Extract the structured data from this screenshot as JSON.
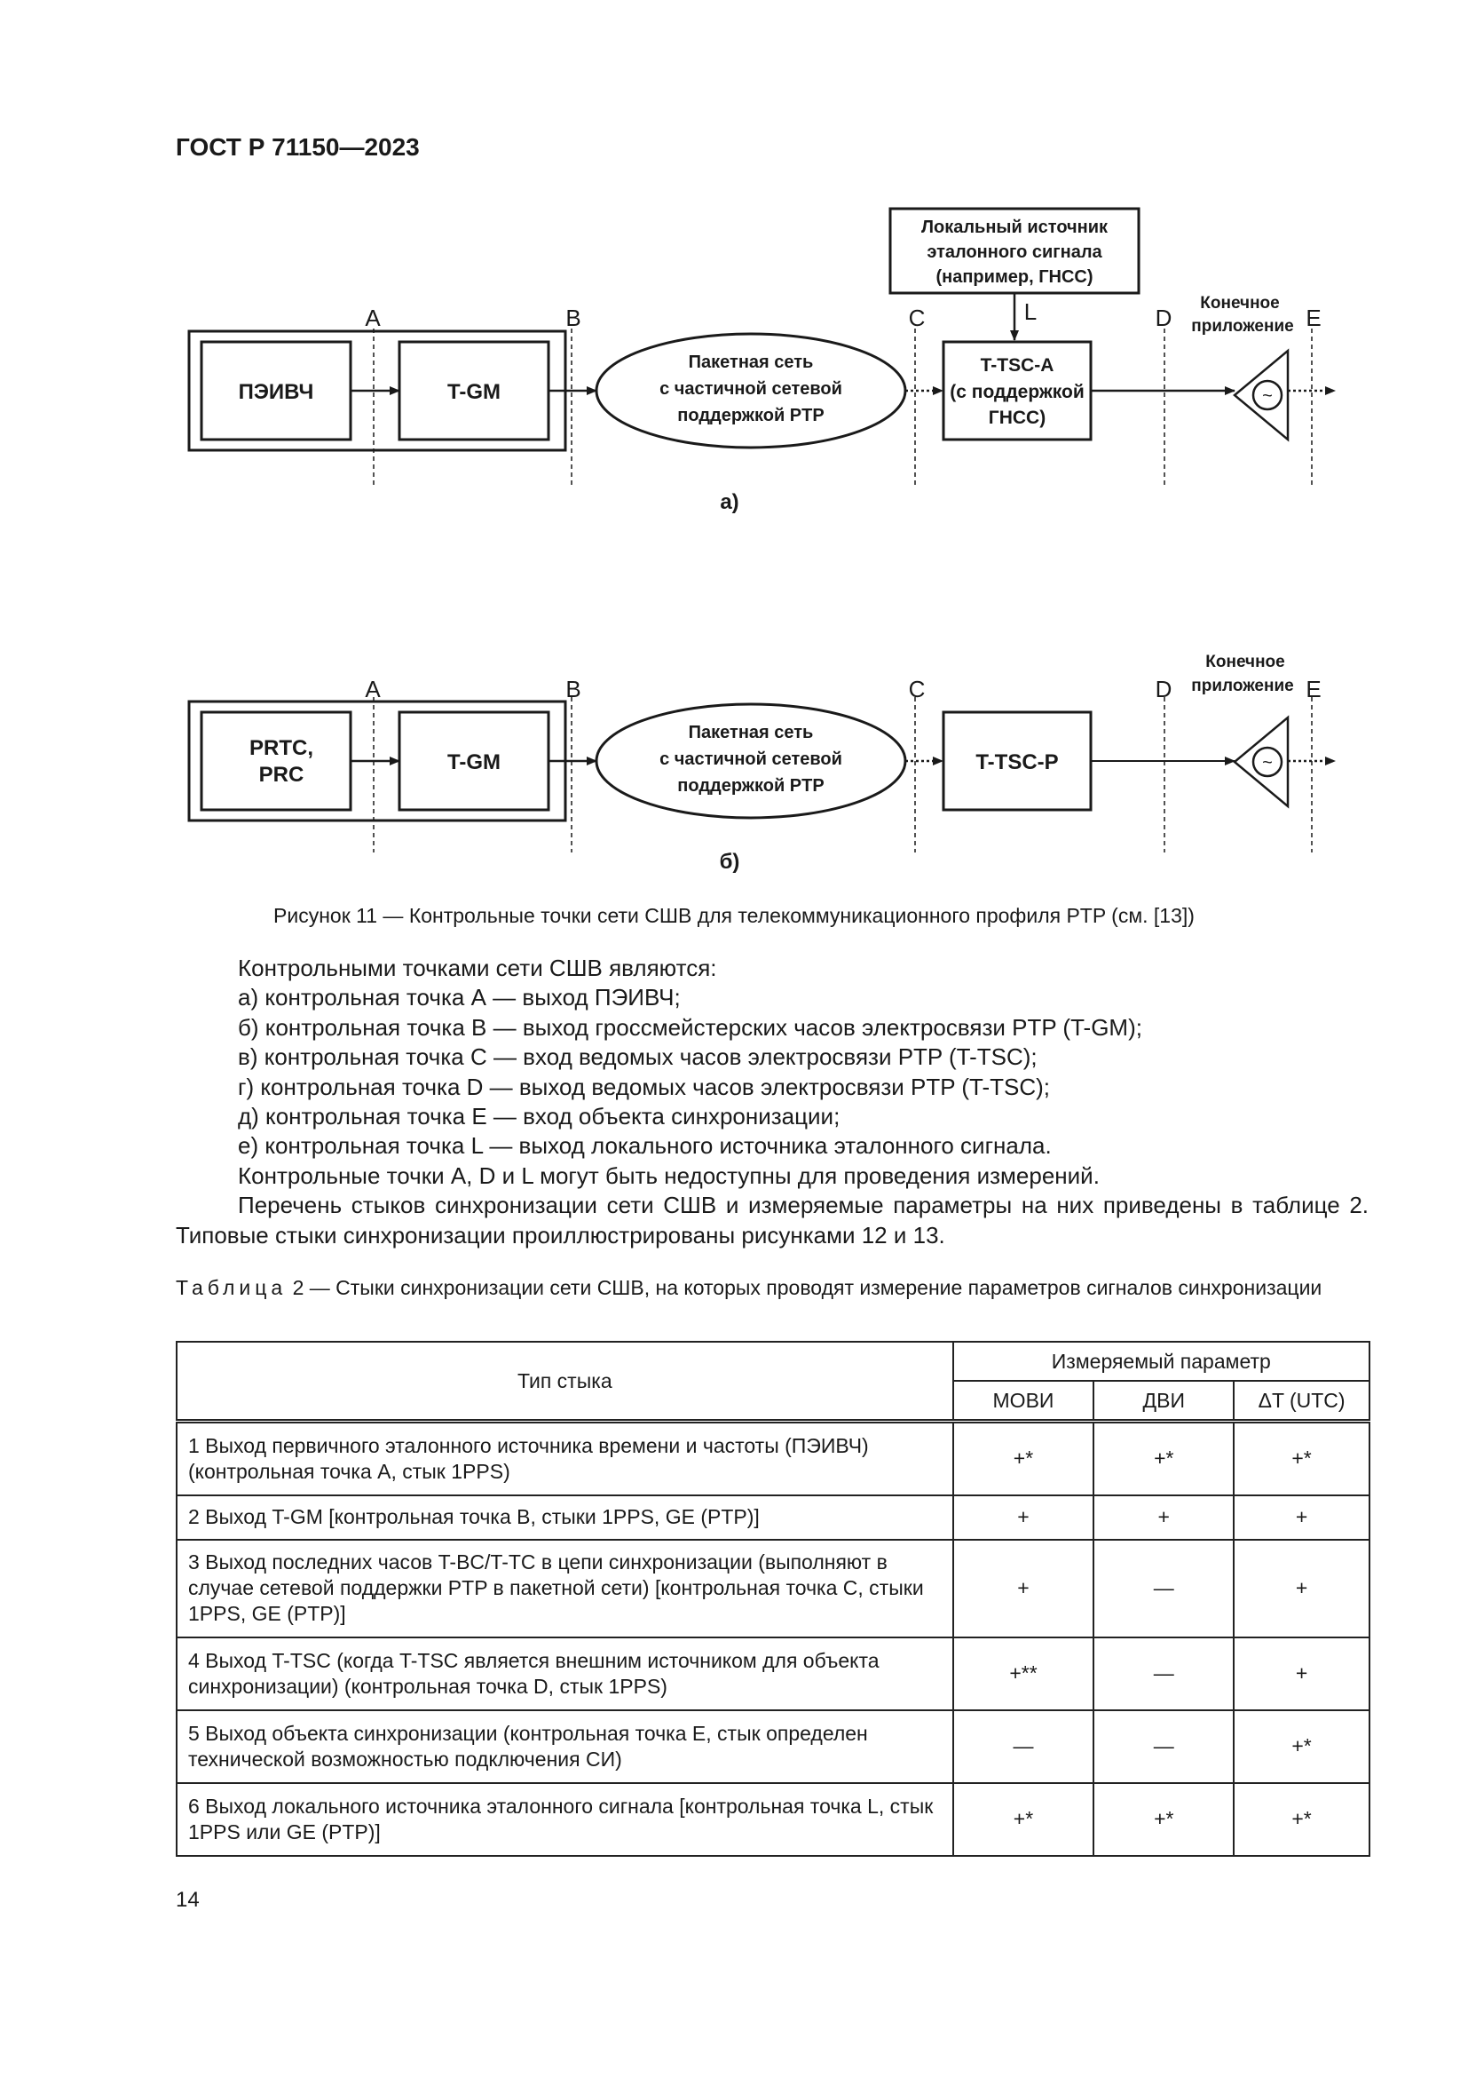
{
  "header": {
    "doc_title": "ГОСТ Р 71150—2023"
  },
  "figure_a": {
    "points": {
      "a": "A",
      "b": "B",
      "c": "C",
      "d": "D",
      "e": "E",
      "l": "L"
    },
    "source_box": "ПЭИВЧ",
    "tgm_box": "T-GM",
    "network_lines": [
      "Пакетная сеть",
      "с частичной сетевой",
      "поддержкой PTP"
    ],
    "tsc_lines": [
      "T-TSC-A",
      "(с поддержкой",
      "ГНСС)"
    ],
    "local_source_lines": [
      "Локальный источник",
      "эталонного сигнала",
      "(например, ГНСС)"
    ],
    "end_app_lines": [
      "Конечное",
      "приложение"
    ],
    "sub_label": "а)"
  },
  "figure_b": {
    "points": {
      "a": "A",
      "b": "B",
      "c": "C",
      "d": "D",
      "e": "E"
    },
    "source_lines": [
      "PRTC,",
      "PRC"
    ],
    "tgm_box": "T-GM",
    "network_lines": [
      "Пакетная сеть",
      "с частичной сетевой",
      "поддержкой PTP"
    ],
    "tsc_box": "T-TSC-P",
    "end_app_lines": [
      "Конечное",
      "приложение"
    ],
    "sub_label": "б)"
  },
  "figure_caption": "Рисунок 11 — Контрольные точки сети СШВ для телекоммуникационного профиля PTP (см. [13])",
  "body": {
    "intro": "Контрольными точками сети СШВ являются:",
    "items": [
      "а) контрольная точка А — выход ПЭИВЧ;",
      "б) контрольная точка В — выход гроссмейстерских часов электросвязи PTP (T-GM);",
      "в) контрольная точка С — вход ведомых часов электросвязи PTP (T-TSC);",
      "г) контрольная точка D — выход ведомых часов электросвязи PTP (T-TSC);",
      "д) контрольная точка Е — вход объекта синхронизации;",
      "е) контрольная точка L — выход локального источника эталонного сигнала."
    ],
    "note": "Контрольные точки А, D и L могут быть недоступны для проведения измерений.",
    "paragraph": "Перечень стыков синхронизации сети СШВ и измеряемые параметры на них приведены в таблице 2. Типовые стыки синхронизации проиллюстрированы рисунками 12 и 13."
  },
  "table": {
    "title_prefix": "Таблица",
    "title_rest": " 2 — Стыки синхронизации сети СШВ, на которых проводят измерение параметров сигналов синхронизации",
    "col_type": "Тип стыка",
    "col_group": "Измеряемый параметр",
    "cols": [
      "МОВИ",
      "ДВИ",
      "ΔT (UTC)"
    ],
    "rows": [
      {
        "type": "1 Выход первичного эталонного источника времени и частоты (ПЭИВЧ) (контрольная точка А, стык 1PPS)",
        "v": [
          "+*",
          "+*",
          "+*"
        ]
      },
      {
        "type": "2 Выход T-GM [контрольная точка В, стыки 1PPS, GE (PTP)]",
        "v": [
          "+",
          "+",
          "+"
        ]
      },
      {
        "type": "3 Выход последних часов T-BC/T-TC в цепи синхронизации (выполняют в случае сетевой поддержки PTP в пакетной сети) [контрольная точка С, стыки 1PPS, GE (PTP)]",
        "v": [
          "+",
          "—",
          "+"
        ]
      },
      {
        "type": "4 Выход T-TSC (когда T-TSC является внешним источником для объекта синхронизации) (контрольная точка D, стык 1PPS)",
        "v": [
          "+**",
          "—",
          "+"
        ]
      },
      {
        "type": "5 Выход объекта синхронизации (контрольная точка Е, стык определен технической возможностью подключения СИ)",
        "v": [
          "—",
          "—",
          "+*"
        ]
      },
      {
        "type": "6 Выход локального источника эталонного сигнала [контрольная точка L, стык 1PPS или GE (PTP)]",
        "v": [
          "+*",
          "+*",
          "+*"
        ]
      }
    ]
  },
  "page_number": "14"
}
